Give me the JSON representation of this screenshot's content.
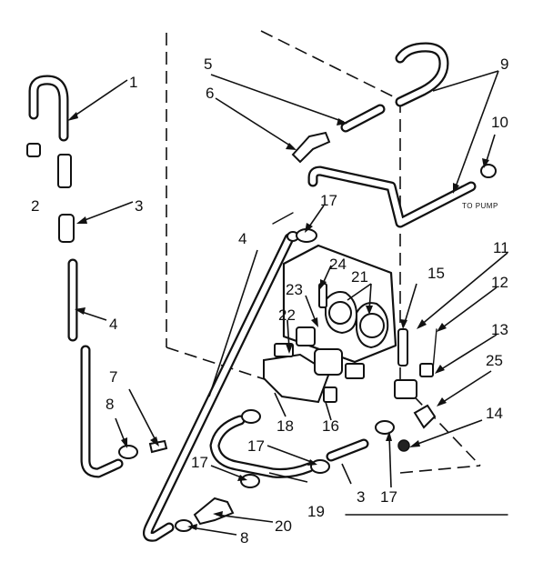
{
  "callouts": {
    "c1": "1",
    "c2": "2",
    "c3": "3",
    "c4a": "4",
    "c4b": "4",
    "c5": "5",
    "c6": "6",
    "c7": "7",
    "c8a": "8",
    "c8b": "8",
    "c9": "9",
    "c10": "10",
    "c11": "11",
    "c12": "12",
    "c13": "13",
    "c14": "14",
    "c15": "15",
    "c16": "16",
    "c17a": "17",
    "c17b": "17",
    "c17c": "17",
    "c17d": "17",
    "c18": "18",
    "c19": "19",
    "c20": "20",
    "c21": "21",
    "c22": "22",
    "c23": "23",
    "c24": "24",
    "c25": "25",
    "c3b": "3"
  },
  "annotations": {
    "to_pump": "TO PUMP"
  }
}
